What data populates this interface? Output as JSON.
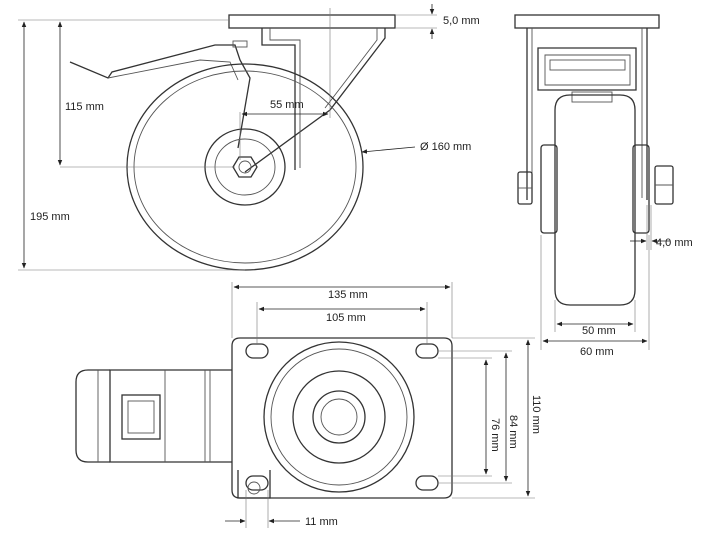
{
  "dimensions": {
    "total_height": "195 mm",
    "axle_height": "115 mm",
    "plate_thickness": "5,0 mm",
    "offset": "55 mm",
    "wheel_diameter": "Ø 160 mm",
    "side_gap": "4,0 mm",
    "tread_width": "50 mm",
    "hub_width": "60 mm",
    "plate_length": "135 mm",
    "hole_spacing_length": "105 mm",
    "plate_width": "110 mm",
    "hole_spacing_width_outer": "84 mm",
    "hole_spacing_width_inner": "76 mm",
    "hole_size": "11 mm"
  },
  "views": [
    "side-view",
    "front-view",
    "top-view"
  ]
}
